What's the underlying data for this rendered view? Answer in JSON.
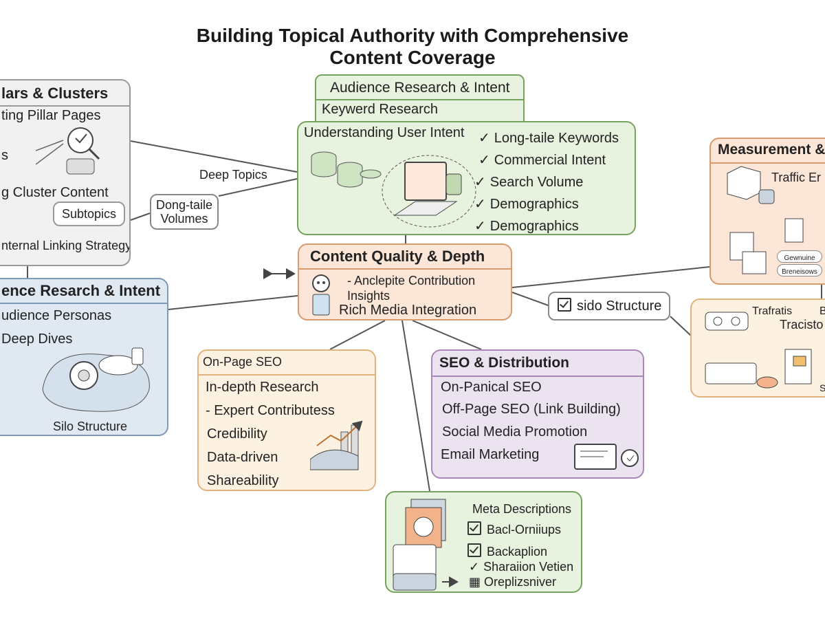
{
  "title_lines": [
    "Building Topical Authority with Comprehensive",
    "Content Coverage"
  ],
  "pillars": {
    "header": "lars & Clusters",
    "item1": "ting Pillar Pages",
    "item2": "s",
    "item3": "g Cluster Content",
    "item4": "Subtopics",
    "item5": "nternal Linking Strategy"
  },
  "audience_top": {
    "header": "Audience Research & Intent",
    "keyword_research": "Keywerd Research",
    "intent": "Understanding User Intent",
    "checks": [
      "Long-taile Keywords",
      "Commercial Intent",
      "Search Volume",
      "Demographics",
      "Demographics"
    ]
  },
  "connector_labels": {
    "deep_topics": "Deep Topics",
    "dong_tail": [
      "Dong-taile",
      "Volumes"
    ],
    "silo": "sido Structure"
  },
  "quality": {
    "header": "Content Quality & Depth",
    "line1": "- Anclepite Contribution",
    "line2": "Insights",
    "line3": "Rich Media Integration"
  },
  "audience_left": {
    "header": "ence Resarch & Intent",
    "line1": "udience Personas",
    "line2": "Deep Dives",
    "footer": "Silo Structure"
  },
  "onpage": {
    "header": "On-Page SEO",
    "items": [
      "In-depth Research",
      "- Expert Contributess",
      "Credibility",
      "Data-driven",
      "Shareability"
    ]
  },
  "distribution": {
    "header": "SEO & Distribution",
    "items": [
      "On-Panical SEO",
      "Off-Page SEO (Link Building)",
      "Social Media Promotion",
      "Email Marketing"
    ]
  },
  "meta": {
    "header": "Meta Descriptions",
    "items": [
      "Bacl-Orniiups",
      "Backaplion",
      "Sharaiion Vetien",
      "Oreplizsniver"
    ]
  },
  "measurement": {
    "header": "Measurement &",
    "traffic": "Traffic Er",
    "label1": "Gewnuine",
    "label2": "Breneisows",
    "traffic2": "Trafratis",
    "tracks": "Tracisto",
    "b": "B",
    "st": "St"
  },
  "colors": {
    "green_fill": "#e7f2df",
    "green_border": "#76a35d",
    "orange_fill": "#fbe6d8",
    "orange_border": "#d99a6c",
    "blue_fill": "#e0e9f2",
    "blue_border": "#7d99b6",
    "purple_fill": "#ece3f0",
    "purple_border": "#a687b6",
    "gray_fill": "#f1f1f1",
    "gray_border": "#999999",
    "peach_fill": "#fdf1e2",
    "peach_border": "#e2b27c"
  }
}
